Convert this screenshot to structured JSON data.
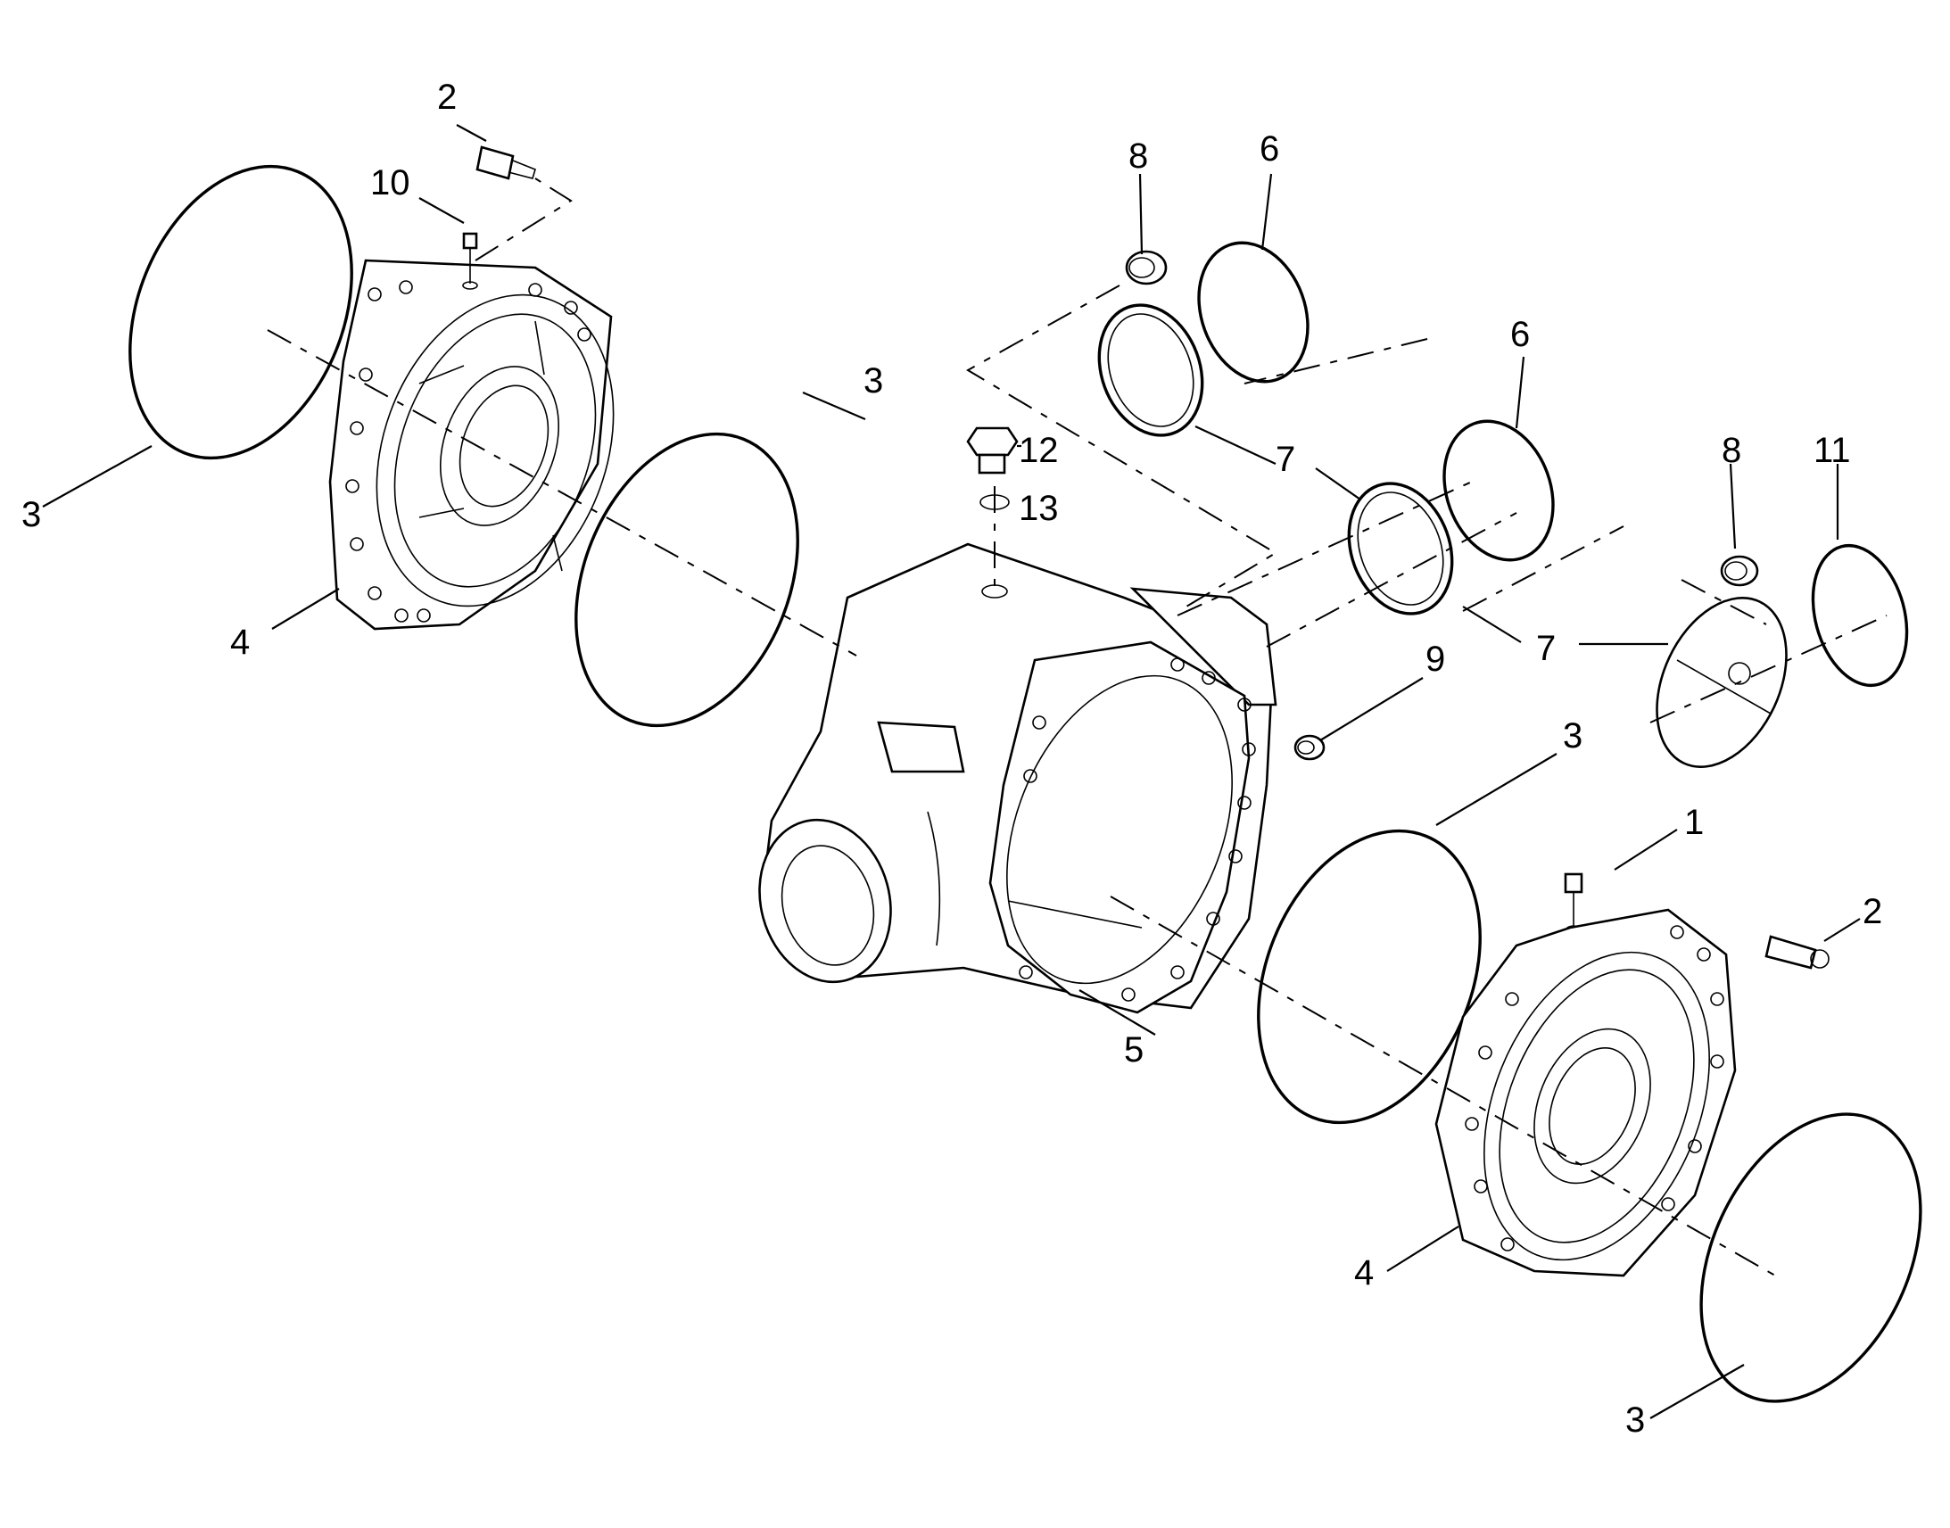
{
  "callouts": {
    "c1": "1",
    "c2a": "2",
    "c2b": "2",
    "c3a": "3",
    "c3b": "3",
    "c3c": "3",
    "c3d": "3",
    "c4a": "4",
    "c4b": "4",
    "c5": "5",
    "c6a": "6",
    "c6b": "6",
    "c7a": "7",
    "c7b": "7",
    "c8a": "8",
    "c8b": "8",
    "c9": "9",
    "c10": "10",
    "c11": "11",
    "c12": "12",
    "c13": "13"
  }
}
